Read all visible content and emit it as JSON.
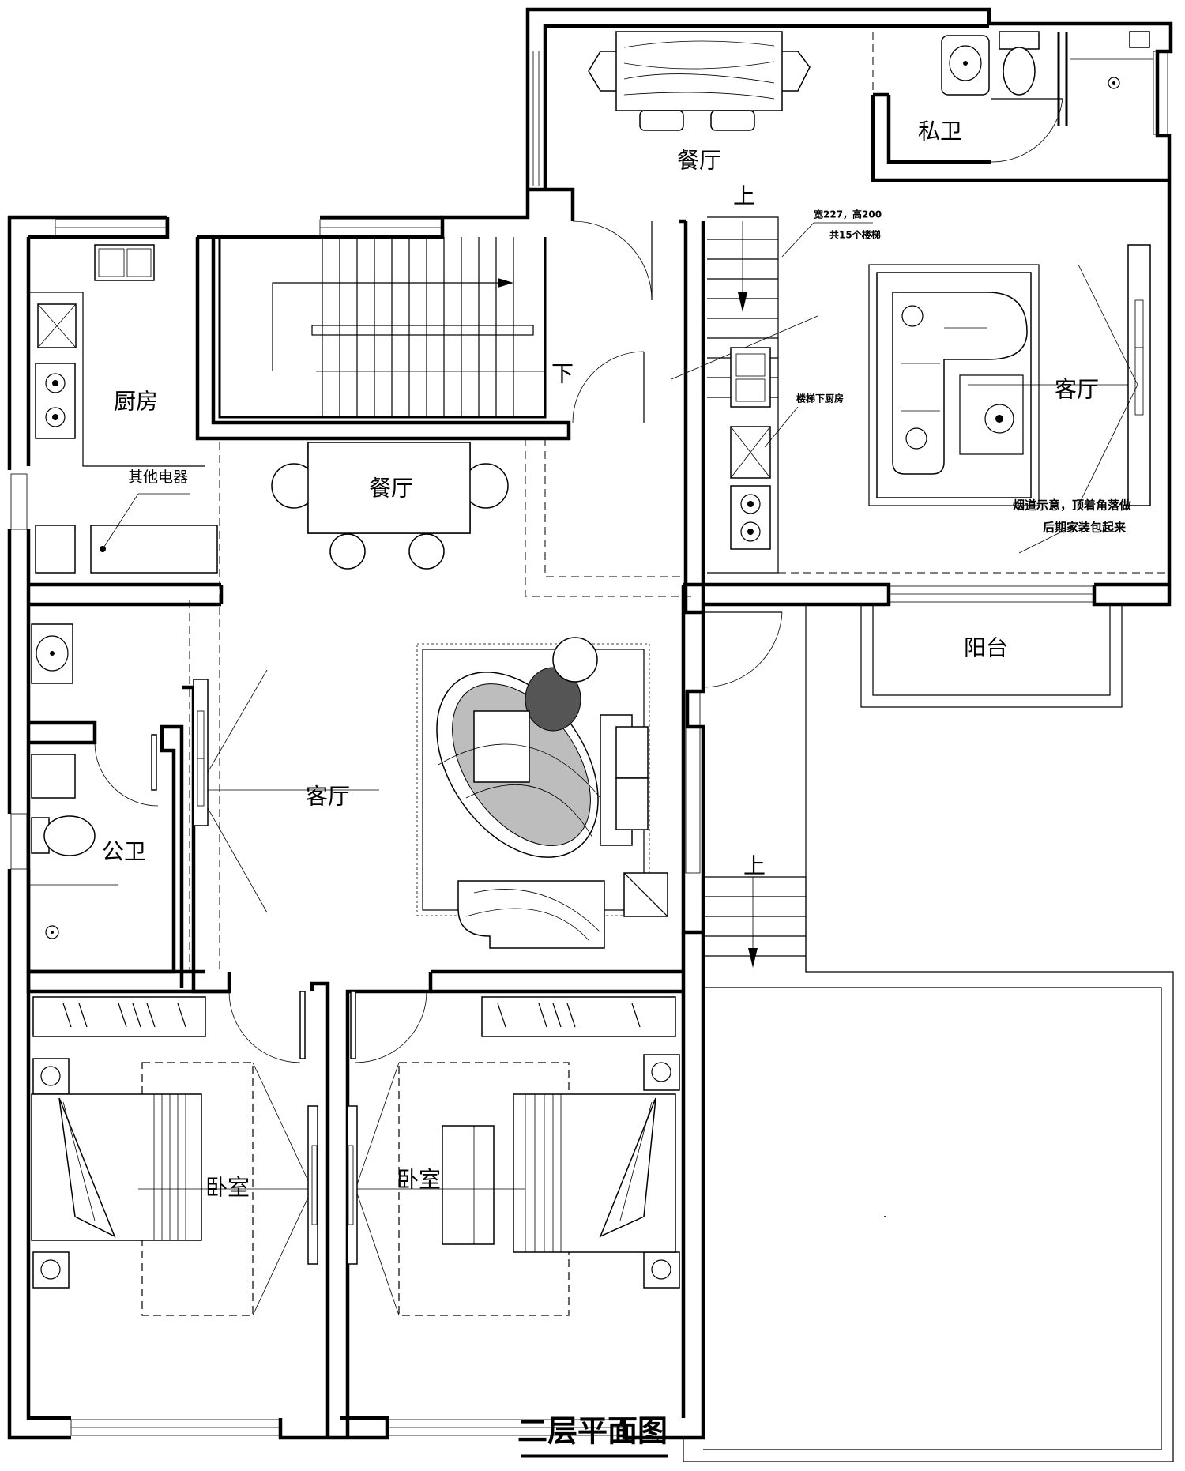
{
  "title": "二层平面图",
  "rooms": {
    "dining_north": "餐厅",
    "private_bath": "私卫",
    "kitchen": "厨房",
    "dining_central": "餐厅",
    "living_east": "客厅",
    "balcony": "阳台",
    "living_central": "客厅",
    "public_bath": "公卫",
    "bedroom_left": "卧室",
    "bedroom_right": "卧室"
  },
  "labels": {
    "stair_up_top": "上",
    "stair_down": "下",
    "stair_up_bottom": "上",
    "other_appliances": "其他电器"
  },
  "notes": {
    "stair_spec_line1": "宽227，高200",
    "stair_spec_line2": "共15个楼梯",
    "under_stair_kitchen": "楼梯下厨房",
    "flue_line1": "烟道示意，顶着角落做",
    "flue_line2": "后期家装包起来"
  }
}
